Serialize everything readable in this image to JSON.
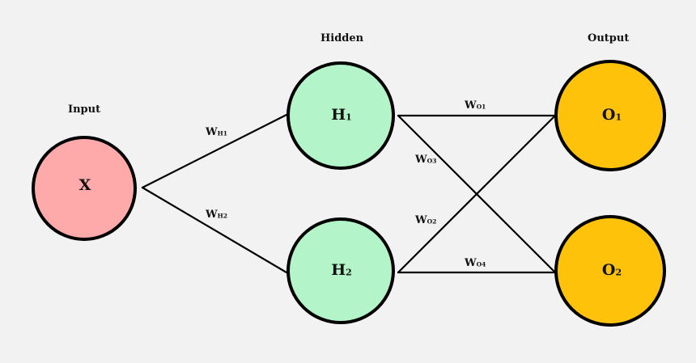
{
  "layers": {
    "input": "Input",
    "hidden": "Hidden",
    "output": "Output"
  },
  "nodes": {
    "x": {
      "main": "X",
      "sub": ""
    },
    "h1": {
      "main": "H",
      "sub": "1"
    },
    "h2": {
      "main": "H",
      "sub": "2"
    },
    "o1": {
      "main": "O",
      "sub": "1"
    },
    "o2": {
      "main": "O",
      "sub": "2"
    }
  },
  "weights": {
    "wh1": {
      "main": "W",
      "sub": "H1"
    },
    "wh2": {
      "main": "W",
      "sub": "H2"
    },
    "wo1": {
      "main": "W",
      "sub": "O1"
    },
    "wo2": {
      "main": "W",
      "sub": "O2"
    },
    "wo3": {
      "main": "W",
      "sub": "O3"
    },
    "wo4": {
      "main": "W",
      "sub": "O4"
    }
  },
  "colors": {
    "input_node": "#ffaaaa",
    "hidden_node": "#b3f5c8",
    "output_node": "#ffc20a"
  }
}
